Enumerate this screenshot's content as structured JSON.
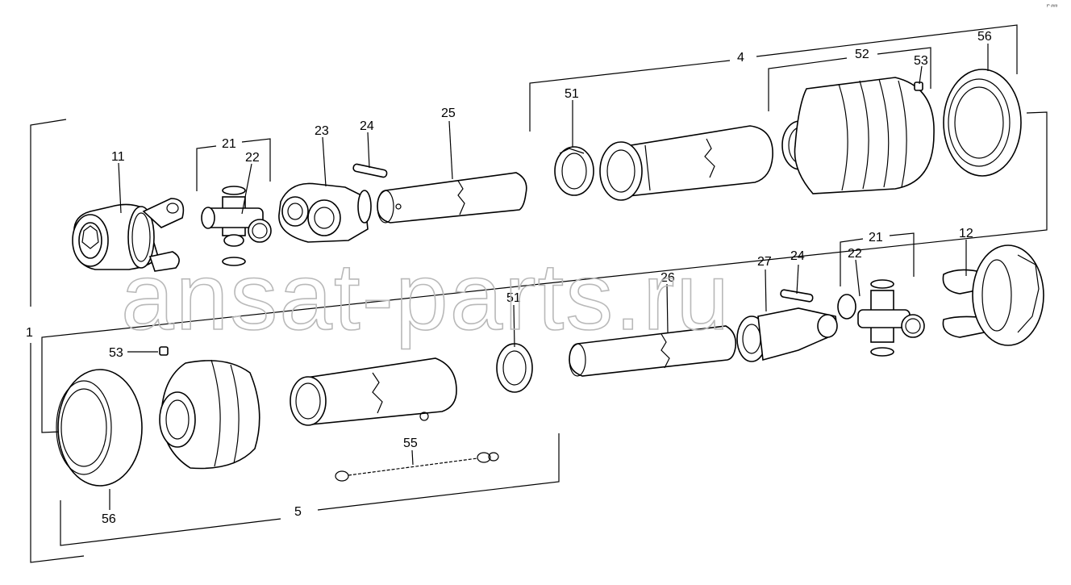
{
  "watermark": "ansat-parts.ru",
  "corner_code": "f^ ###",
  "labels": {
    "l1": "1",
    "l4": "4",
    "l5": "5",
    "l11": "11",
    "l12": "12",
    "l21a": "21",
    "l21b": "21",
    "l22a": "22",
    "l22b": "22",
    "l23": "23",
    "l24a": "24",
    "l24b": "24",
    "l25": "25",
    "l26": "26",
    "l27": "27",
    "l51a": "51",
    "l51b": "51",
    "l52": "52",
    "l53a": "53",
    "l53b": "53",
    "l55": "55",
    "l56a": "56",
    "l56b": "56"
  }
}
